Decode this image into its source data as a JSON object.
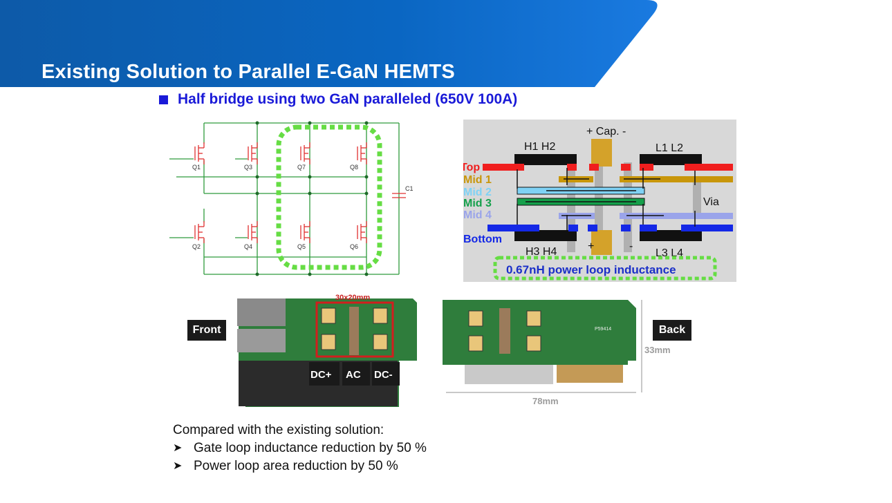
{
  "slide": {
    "title": "Existing Solution to Parallel E-GaN HEMTS",
    "subtitle": "Half bridge using two GaN paralleled (650V 100A)"
  },
  "schematic": {
    "transistors": [
      "Q1",
      "Q3",
      "Q7",
      "Q8",
      "Q2",
      "Q4",
      "Q5",
      "Q6"
    ],
    "capacitor": "C1"
  },
  "layer_diagram": {
    "cap_label": "+ Cap. -",
    "groups": {
      "h12": "H1 H2",
      "l12": "L1 L2",
      "h34": "H3 H4",
      "l34": "L3 L4"
    },
    "layers": [
      {
        "name": "Top",
        "color": "#f01e1e"
      },
      {
        "name": "Mid 1",
        "color": "#c8960a"
      },
      {
        "name": "Mid 2",
        "color": "#7fd2f5"
      },
      {
        "name": "Mid 3",
        "color": "#15a04b"
      },
      {
        "name": "Mid 4",
        "color": "#9aa4ea"
      },
      {
        "name": "Bottom",
        "color": "#1428e6"
      }
    ],
    "via": "Via",
    "plus": "+",
    "minus": "-",
    "inductance": "0.67nH power loop inductance"
  },
  "photos": {
    "front_label": "Front",
    "back_label": "Back",
    "size_label": "30x20mm",
    "connectors": [
      "DC+",
      "AC",
      "DC-"
    ],
    "width_dim": "78mm",
    "height_dim": "33mm",
    "chip_text": "P59414"
  },
  "notes": {
    "intro": "Compared with the existing solution:",
    "items": [
      "Gate loop inductance reduction by 50 %",
      "Power loop area reduction by 50 %"
    ]
  },
  "colors": {
    "banner": "#0a5fb4",
    "subtitle": "#1a1ad8",
    "highlight_green": "#66dd44",
    "pcb_green": "#2f7d3c"
  }
}
